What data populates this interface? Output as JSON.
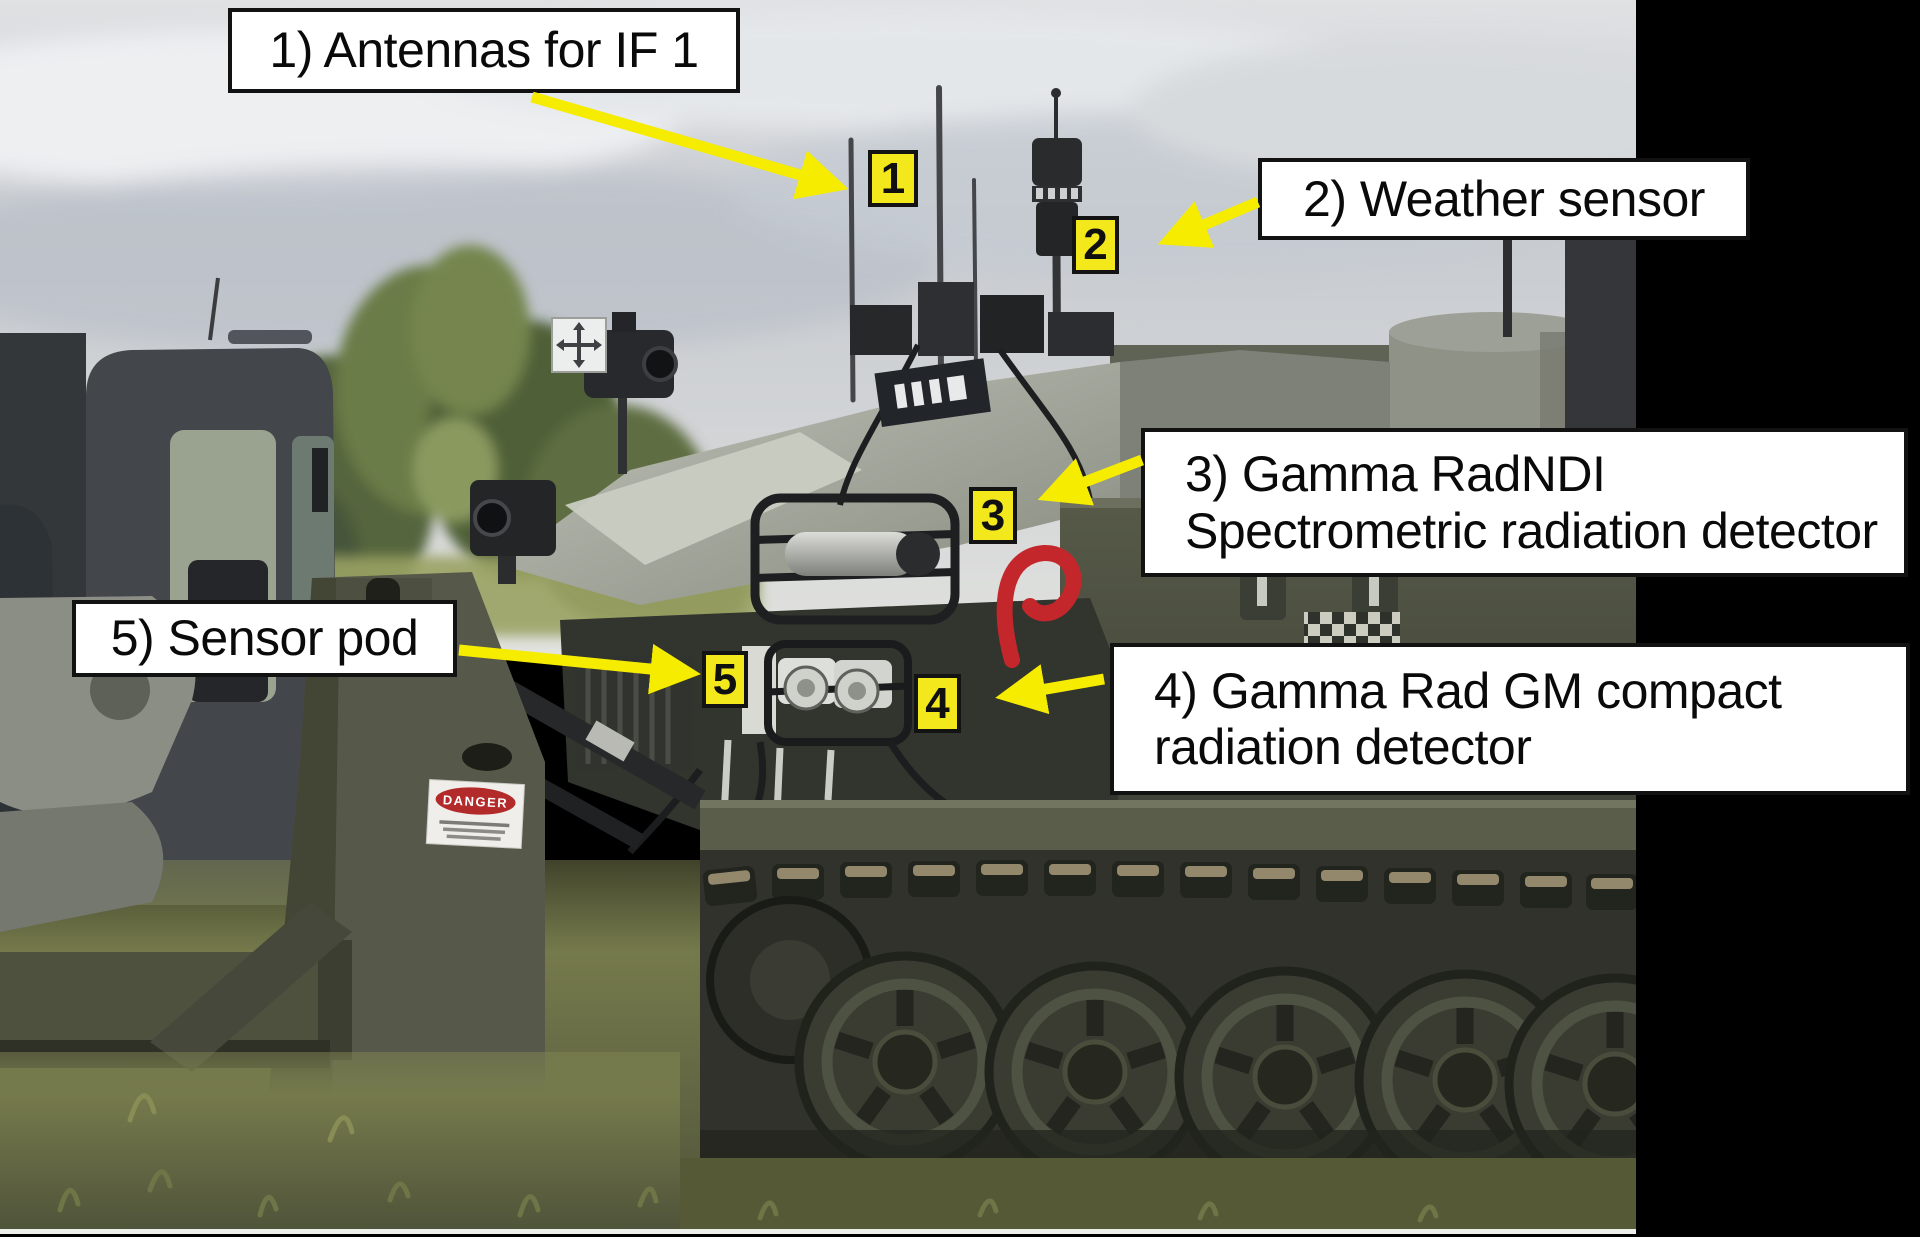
{
  "figure": {
    "type": "annotated-photo",
    "subject": "tracked unmanned ground vehicle with sensors"
  },
  "annotations": {
    "arrow_color": "#f6ec00",
    "label_bg": "#ffffff",
    "label_border": "#121212",
    "tag_bg": "#f3e81c",
    "callouts": [
      {
        "tag": "1",
        "line1": "1) Antennas for IF 1",
        "line2": ""
      },
      {
        "tag": "2",
        "line1": "2) Weather sensor",
        "line2": ""
      },
      {
        "tag": "3",
        "line1": "3) Gamma RadNDI",
        "line2": "Spectrometric radiation detector"
      },
      {
        "tag": "4",
        "line1": "4) Gamma Rad GM compact",
        "line2": "radiation detector"
      },
      {
        "tag": "5",
        "line1": "5) Sensor pod",
        "line2": ""
      }
    ]
  },
  "photo": {
    "danger_sticker_text": "DANGER",
    "colors": {
      "sky": "#ced1d5",
      "hull_olive": "#4c4f40",
      "roof_gray": "#a7aa9f",
      "track_dark": "#30322b",
      "grass": "#6b7045",
      "red_hook": "#c4272b",
      "background_band": "#000000"
    }
  }
}
